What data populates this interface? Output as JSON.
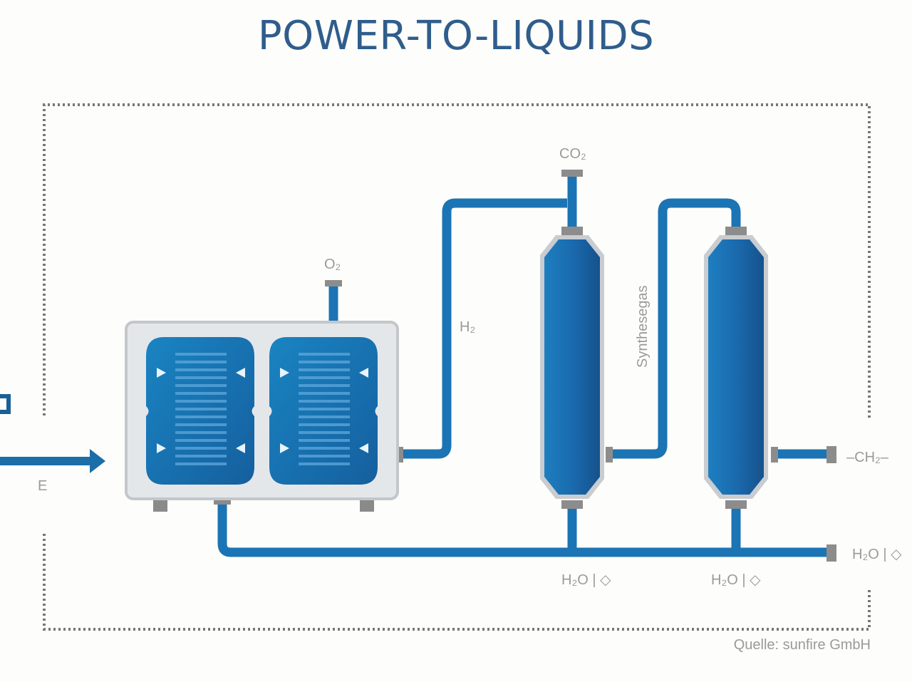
{
  "title": "POWER-TO-LIQUIDS",
  "labels": {
    "co2": "CO₂",
    "o2": "O₂",
    "h2": "H₂",
    "syngas": "Synthesegas",
    "energy": "E",
    "product": "–CH₂–",
    "water1": "H₂O | ◇",
    "water2": "H₂O | ◇",
    "water3": "H₂O | ◇",
    "source": "Quelle: sunfire GmbH"
  },
  "colors": {
    "title": "#2f5d8c",
    "pipe": "#1b74b4",
    "reactor": "#1a5f9c",
    "housing": "#e4e7ea"
  }
}
